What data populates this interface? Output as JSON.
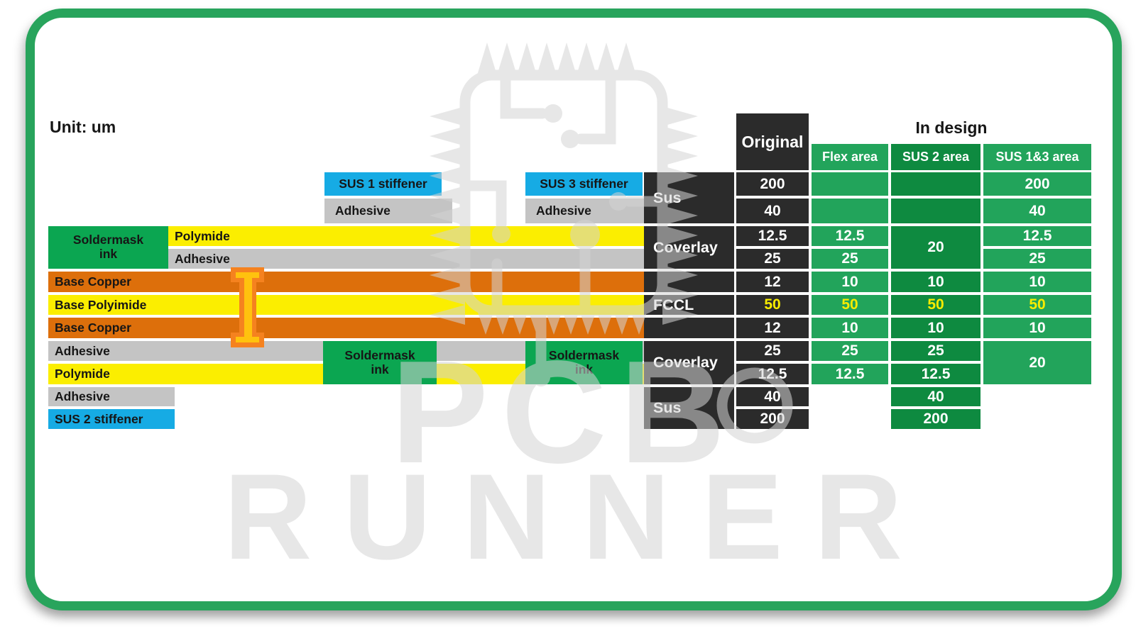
{
  "unit_label": "Unit: um",
  "watermark": {
    "pcb": "PCB",
    "runner": "RUNNER"
  },
  "diagram": {
    "sus1": "SUS 1 stiffener",
    "sus3": "SUS 3 stiffener",
    "sus2": "SUS 2 stiffener",
    "adhesive": "Adhesive",
    "polymide": "Polymide",
    "soldermask": "Soldermask\nink",
    "base_copper": "Base Copper",
    "base_polyimide": "Base Polyimide"
  },
  "table": {
    "original_header": "Original",
    "in_design_header": "In design",
    "col_headers": {
      "flex": "Flex area",
      "sus2": "SUS 2 area",
      "sus13": "SUS 1&3 area"
    },
    "groups": {
      "sus_top": "Sus",
      "coverlay_top": "Coverlay",
      "fccl": "FCCL",
      "coverlay_bottom": "Coverlay",
      "sus_bottom": "Sus"
    },
    "rows": [
      {
        "original": "200",
        "sus13": "200"
      },
      {
        "original": "40",
        "sus13": "40"
      },
      {
        "original": "12.5",
        "flex": "12.5",
        "sus2": "20",
        "sus13": "12.5"
      },
      {
        "original": "25",
        "flex": "25",
        "sus13": "25"
      },
      {
        "original": "12",
        "flex": "10",
        "sus2": "10",
        "sus13": "10"
      },
      {
        "original": "50",
        "flex": "50",
        "sus2": "50",
        "sus13": "50"
      },
      {
        "original": "12",
        "flex": "10",
        "sus2": "10",
        "sus13": "10"
      },
      {
        "original": "25",
        "flex": "25",
        "sus2": "25",
        "sus13": "20"
      },
      {
        "original": "12.5",
        "flex": "12.5",
        "sus2": "12.5"
      },
      {
        "original": "40",
        "sus2": "40"
      },
      {
        "original": "200",
        "sus2": "200"
      }
    ]
  },
  "colors": {
    "card_border": "#28A45C",
    "stiffener_blue": "#16ABE4",
    "adhesive_gray": "#C4C4C4",
    "polyimide_yellow": "#FBEE00",
    "soldermask_green": "#0BA651",
    "copper_orange": "#DD6F0B",
    "via_orange": "#F5821F",
    "via_gold": "#FFC20E",
    "table_dark": "#2B2B2B",
    "cell_green": "#22A45B",
    "cell_green_dark": "#0E8A40",
    "highlight_value": "#F8EC00"
  }
}
